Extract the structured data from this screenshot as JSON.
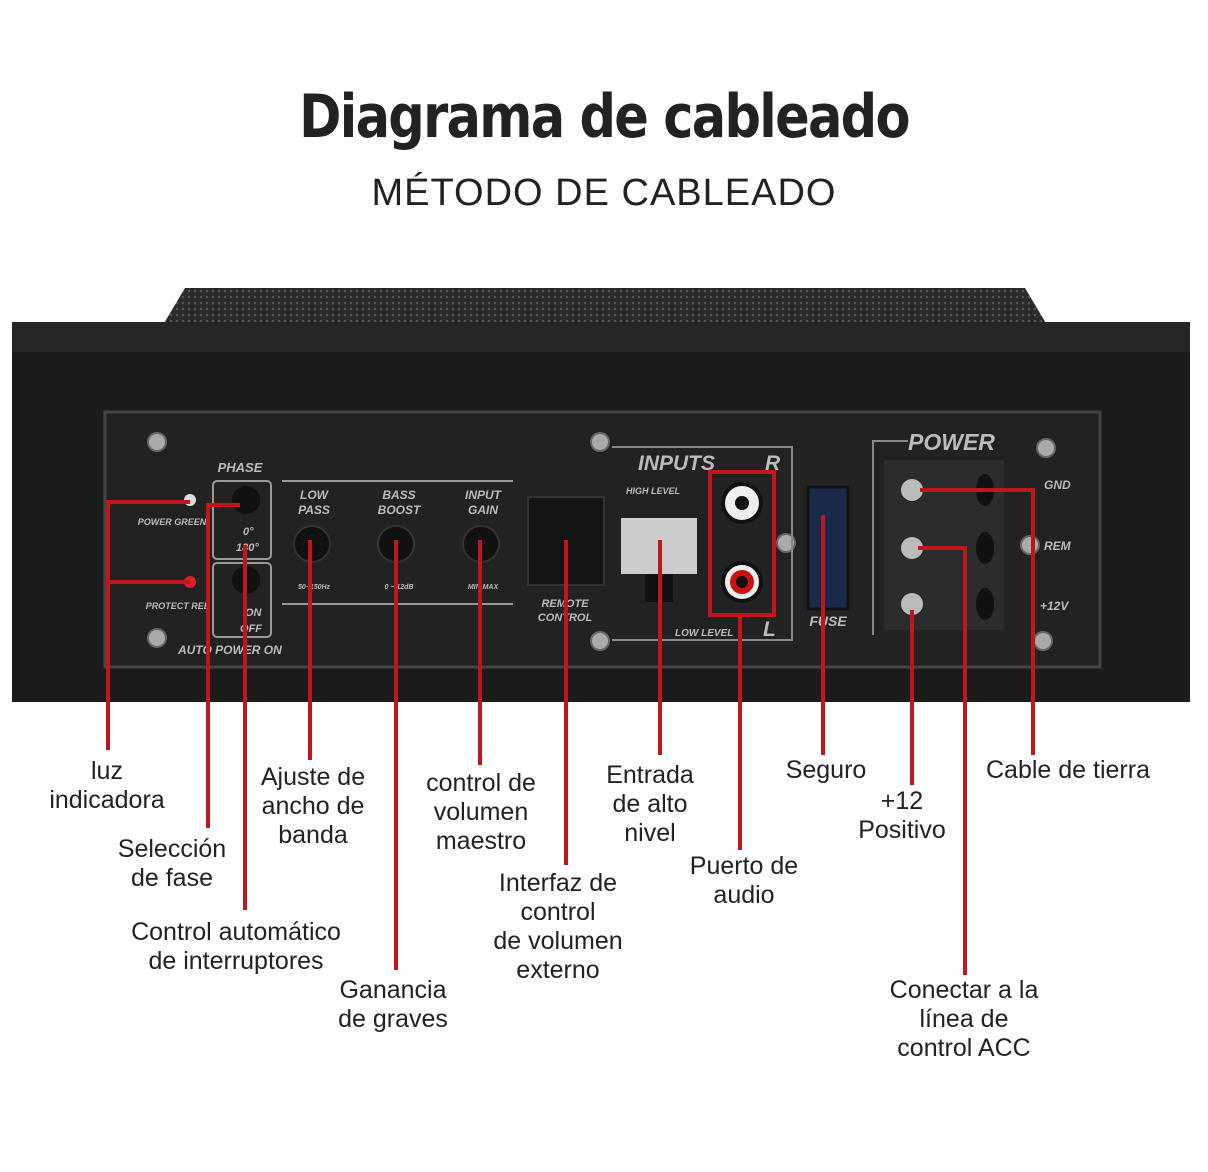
{
  "title": "Diagrama de cableado",
  "subtitle": "MÉTODO DE CABLEADO",
  "panel": {
    "phase": "PHASE",
    "power_green": "POWER GREEN",
    "protect_red": "PROTECT RED",
    "phase_0": "0°",
    "phase_180": "180°",
    "on": "ON",
    "off": "OFF",
    "auto_power_on": "AUTO POWER ON",
    "low_pass": [
      "LOW",
      "PASS"
    ],
    "low_pass_range": "50~150Hz",
    "bass_boost": [
      "BASS",
      "BOOST"
    ],
    "bass_boost_range": "0 ~ 12dB",
    "input_gain": [
      "INPUT",
      "GAIN"
    ],
    "input_gain_range": "MIN  MAX",
    "remote_control": [
      "REMOTE",
      "CONTROL"
    ],
    "inputs": "INPUTS",
    "r": "R",
    "l": "L",
    "high_level": "HIGH LEVEL",
    "low_level": "LOW LEVEL",
    "fuse": "FUSE",
    "power": "POWER",
    "gnd": "GND",
    "rem": "REM",
    "v12": "+12V"
  },
  "colors": {
    "leader": "#c0171c",
    "device": "#1b1b1b",
    "panel": "#222222"
  },
  "labels": {
    "luz": "luz\nindicadora",
    "fase": "Selección\nde fase",
    "auto": "Control automático\nde interruptores",
    "ancho": "Ajuste de\nancho de\nbanda",
    "graves": "Ganancia\nde graves",
    "volumen": "control de\nvolumen\nmaestro",
    "interfaz": "Interfaz de\ncontrol\nde volumen\nexterno",
    "alto": "Entrada\nde alto\nnivel",
    "audio": "Puerto de\naudio",
    "seguro": "Seguro",
    "positivo": "+12\nPositivo",
    "tierra": "Cable de tierra",
    "acc": "Conectar a la\nlínea de\ncontrol ACC"
  }
}
